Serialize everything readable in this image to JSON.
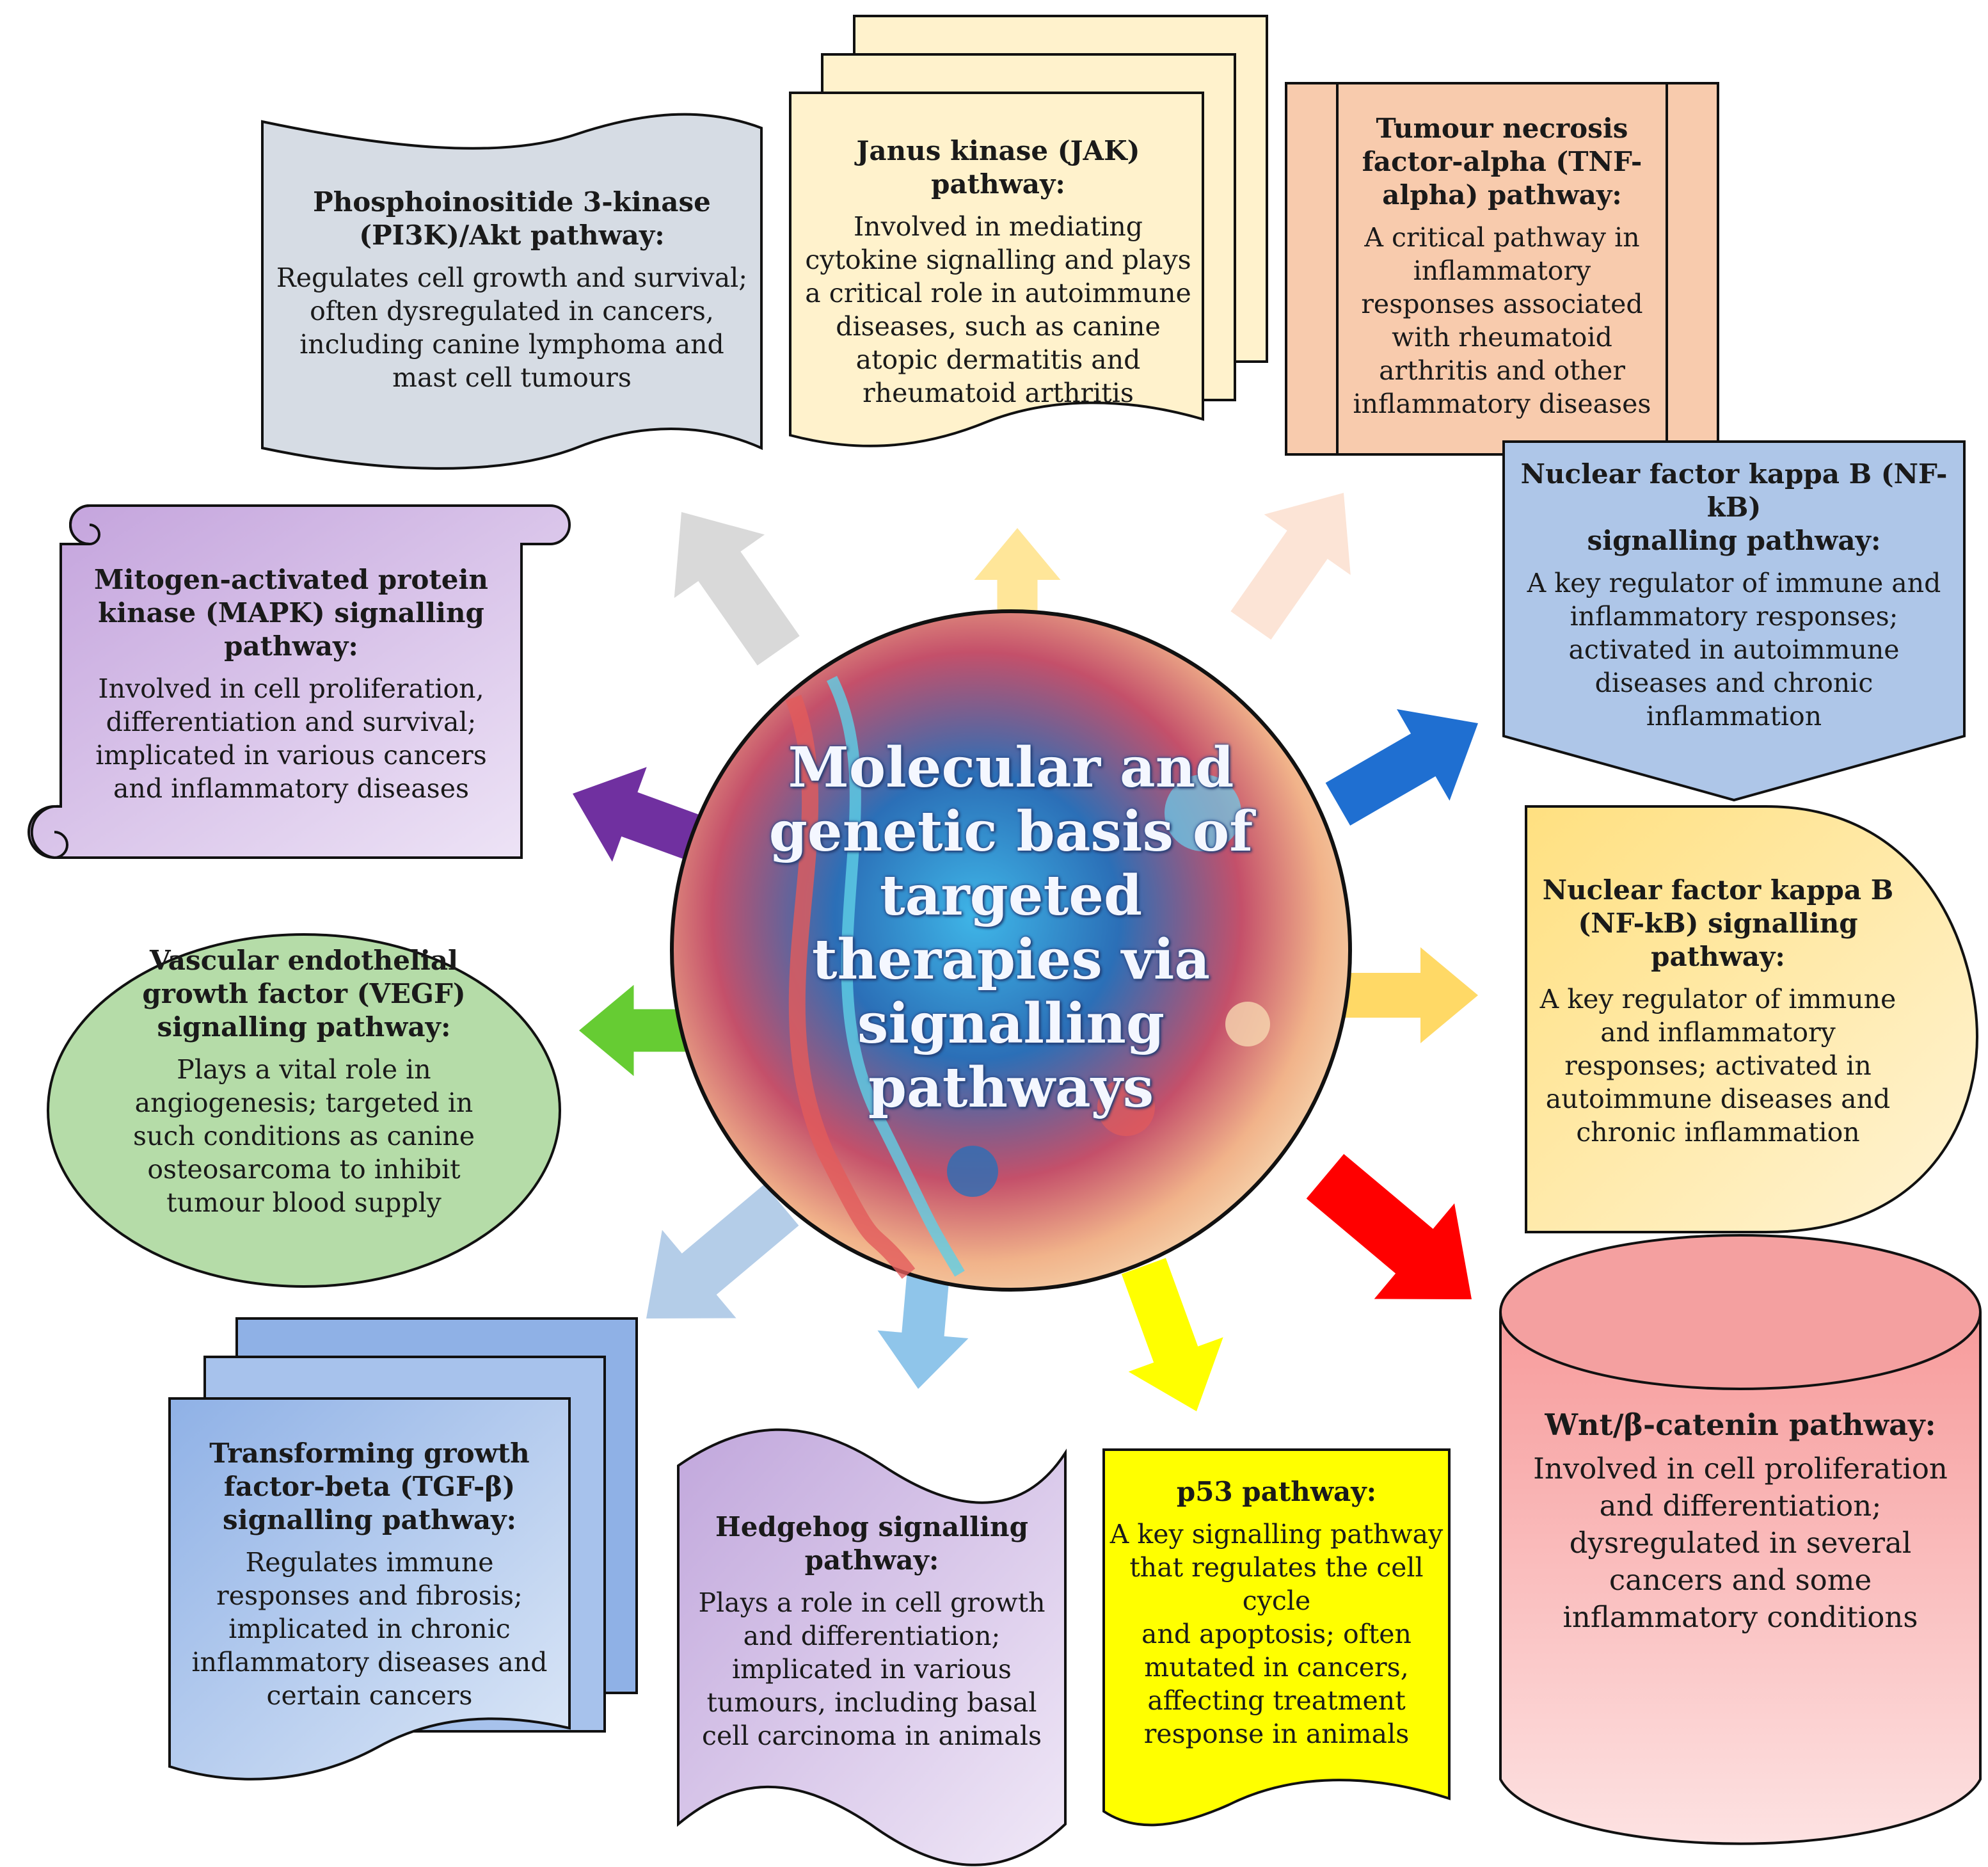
{
  "diagram": {
    "center_title": "Molecular and\ngenetic basis of\ntargeted\ntherapies  via\nsignalling\npathways",
    "nodes": [
      {
        "id": "pi3k",
        "title": "Phosphoinositide 3-kinase\n(PI3K)/Akt pathway:",
        "description": "Regulates cell growth and survival;\noften dysregulated in cancers,\nincluding canine lymphoma and\nmast cell tumours",
        "color": "#d6dce4"
      },
      {
        "id": "jak",
        "title": "Janus kinase (JAK)\npathway:",
        "description": "Involved in mediating\ncytokine signalling and plays\na critical role in autoimmune\ndiseases, such as canine\natopic dermatitis and\nrheumatoid arthritis",
        "color": "#fff2cc"
      },
      {
        "id": "tnf",
        "title": "Tumour necrosis\nfactor-alpha (TNF-\nalpha) pathway:",
        "description": "A critical pathway in\ninflammatory\nresponses associated\nwith rheumatoid\narthritis and other\ninflammatory diseases",
        "color": "#f8cbad"
      },
      {
        "id": "nfkb1",
        "title": "Nuclear factor kappa B (NF-kB)\nsignalling pathway:",
        "description": "A key regulator of immune and\ninflammatory responses;\nactivated in autoimmune\ndiseases and chronic\ninflammation",
        "color": "#aec6e8"
      },
      {
        "id": "nfkb2",
        "title": "Nuclear factor kappa B\n(NF-kB) signalling\npathway:",
        "description": "A key regulator of immune\nand inflammatory\nresponses; activated in\nautoimmune diseases and\nchronic inflammation",
        "color": "#ffe699"
      },
      {
        "id": "wnt",
        "title": "Wnt/β-catenin pathway:",
        "description": "Involved in cell proliferation\nand differentiation;\ndysregulated in several\ncancers and some\ninflammatory conditions",
        "color": "#f4a0a0"
      },
      {
        "id": "p53",
        "title": "p53 pathway:",
        "description": "A key signalling pathway\nthat regulates the cell cycle\nand apoptosis; often\nmutated in cancers,\naffecting treatment\nresponse  in animals",
        "color": "#ffff00"
      },
      {
        "id": "hedgehog",
        "title": "Hedgehog signalling\npathway:",
        "description": "Plays a role in cell growth\nand differentiation;\nimplicated in various\ntumours, including basal\ncell carcinoma in animals",
        "color": "#d3c2e6"
      },
      {
        "id": "tgf",
        "title": "Transforming growth\nfactor-beta (TGF-β)\nsignalling pathway:",
        "description": "Regulates immune\nresponses  and fibrosis;\nimplicated in chronic\ninflammatory diseases and\ncertain cancers",
        "color": "#b4c7e7"
      },
      {
        "id": "vegf",
        "title": "Vascular endothelial\ngrowth factor (VEGF)\nsignalling pathway:",
        "description": "Plays a vital role in\nangiogenesis; targeted in\nsuch conditions as canine\nosteosarcoma to inhibit\ntumour blood supply",
        "color": "#b5dca8"
      },
      {
        "id": "mapk",
        "title": "Mitogen-activated protein\nkinase (MAPK) signalling\npathway:",
        "description": "Involved in cell proliferation,\ndifferentiation and survival;\nimplicated in various cancers\nand inflammatory diseases",
        "color": "#d9c3e8"
      }
    ],
    "arrow_colors": {
      "pi3k": "#d9d9d9",
      "jak": "#ffe699",
      "tnf": "#fce4d6",
      "nfkb1": "#1f6fd1",
      "nfkb2": "#ffd966",
      "wnt": "#ff0000",
      "p53": "#ffff00",
      "hedgehog": "#8fc5ea",
      "tgf": "#b4cde8",
      "vegf": "#66cc33",
      "mapk": "#7030a0"
    }
  }
}
